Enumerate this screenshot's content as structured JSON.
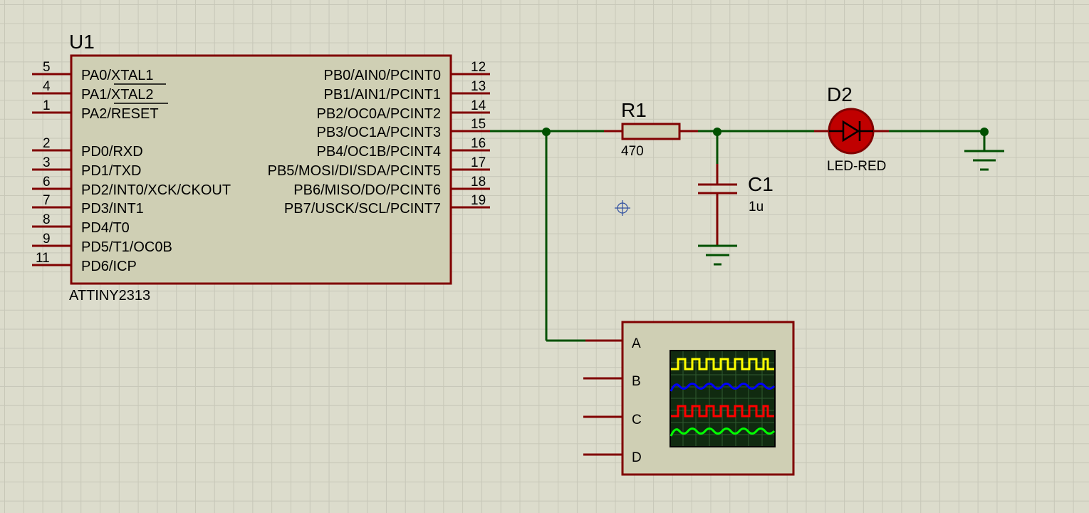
{
  "u1": {
    "ref": "U1",
    "part": "ATTINY2313",
    "left_pins": [
      {
        "num": "5",
        "name": "PA0/XTAL1"
      },
      {
        "num": "4",
        "name": "PA1/XTAL2"
      },
      {
        "num": "1",
        "name": "PA2/RESET"
      },
      {
        "num": "2",
        "name": "PD0/RXD"
      },
      {
        "num": "3",
        "name": "PD1/TXD"
      },
      {
        "num": "6",
        "name": "PD2/INT0/XCK/CKOUT"
      },
      {
        "num": "7",
        "name": "PD3/INT1"
      },
      {
        "num": "8",
        "name": "PD4/T0"
      },
      {
        "num": "9",
        "name": "PD5/T1/OC0B"
      },
      {
        "num": "11",
        "name": "PD6/ICP"
      }
    ],
    "right_pins": [
      {
        "num": "12",
        "name": "PB0/AIN0/PCINT0"
      },
      {
        "num": "13",
        "name": "PB1/AIN1/PCINT1"
      },
      {
        "num": "14",
        "name": "PB2/OC0A/PCINT2"
      },
      {
        "num": "15",
        "name": "PB3/OC1A/PCINT3"
      },
      {
        "num": "16",
        "name": "PB4/OC1B/PCINT4"
      },
      {
        "num": "17",
        "name": "PB5/MOSI/DI/SDA/PCINT5"
      },
      {
        "num": "18",
        "name": "PB6/MISO/DO/PCINT6"
      },
      {
        "num": "19",
        "name": "PB7/USCK/SCL/PCINT7"
      }
    ]
  },
  "r1": {
    "ref": "R1",
    "value": "470"
  },
  "c1": {
    "ref": "C1",
    "value": "1u"
  },
  "d2": {
    "ref": "D2",
    "value": "LED-RED"
  },
  "scope": {
    "channels": [
      "A",
      "B",
      "C",
      "D"
    ],
    "trace_colors": [
      "#ffff00",
      "#0000ff",
      "#ff0000",
      "#00ff00"
    ]
  },
  "colors": {
    "wire": "#005000",
    "part_outline": "#800000",
    "part_fill": "#cfcfb4",
    "led_fill": "#c00000"
  }
}
